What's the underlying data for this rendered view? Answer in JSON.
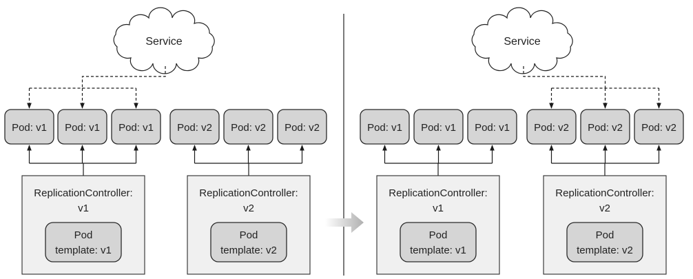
{
  "panels": [
    {
      "service_label": "Service",
      "active_group": 0,
      "groups": [
        {
          "pods": [
            "Pod: v1",
            "Pod: v1",
            "Pod: v1"
          ],
          "rc_label_line1": "ReplicationController:",
          "rc_label_line2": "v1",
          "template_line1": "Pod",
          "template_line2": "template: v1"
        },
        {
          "pods": [
            "Pod: v2",
            "Pod: v2",
            "Pod: v2"
          ],
          "rc_label_line1": "ReplicationController:",
          "rc_label_line2": "v2",
          "template_line1": "Pod",
          "template_line2": "template: v2"
        }
      ]
    },
    {
      "service_label": "Service",
      "active_group": 1,
      "groups": [
        {
          "pods": [
            "Pod: v1",
            "Pod: v1",
            "Pod: v1"
          ],
          "rc_label_line1": "ReplicationController:",
          "rc_label_line2": "v1",
          "template_line1": "Pod",
          "template_line2": "template: v1"
        },
        {
          "pods": [
            "Pod: v2",
            "Pod: v2",
            "Pod: v2"
          ],
          "rc_label_line1": "ReplicationController:",
          "rc_label_line2": "v2",
          "template_line1": "Pod",
          "template_line2": "template: v2"
        }
      ]
    }
  ]
}
